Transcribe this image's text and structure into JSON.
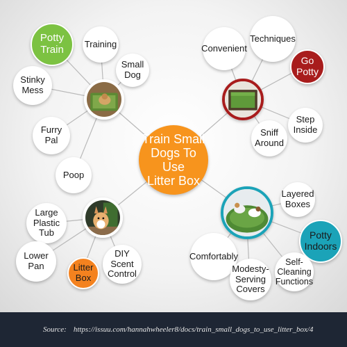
{
  "center": {
    "label": "Train Small\nDogs To Use\nLitter Box"
  },
  "nodes": {
    "potty_train": "Potty\nTrain",
    "training": "Training",
    "small_dog": "Small\nDog",
    "stinky_mess": "Stinky\nMess",
    "furry_pal": "Furry\nPal",
    "poop": "Poop",
    "convenient": "Convenient",
    "techniques": "Techniques",
    "go_potty": "Go\nPotty",
    "step_inside": "Step\nInside",
    "sniff_around": "Sniff\nAround",
    "large_plastic_tub": "Large\nPlastic\nTub",
    "lower_pan": "Lower\nPan",
    "litter_box": "Litter\nBox",
    "diy_scent_control": "DIY\nScent\nControl",
    "layered_boxes": "Layered\nBoxes",
    "potty_indoors": "Potty\nIndoors",
    "comfortably": "Comfortably",
    "modesty_serving_covers": "Modesty-\nServing\nCovers",
    "self_cleaning_functions": "Self-\nCleaning\nFunctions"
  },
  "footer": {
    "source_label": "Source:",
    "source_url": "https://issuu.com/hannahwheeler8/docs/train_small_dogs_to_use_litter_box/4"
  },
  "colors": {
    "hub_orange": "#f7941d",
    "green": "#7cc242",
    "red": "#a81c1c",
    "orange": "#f4821f",
    "teal": "#1ba3b8",
    "footer_bg": "#1e2634"
  }
}
